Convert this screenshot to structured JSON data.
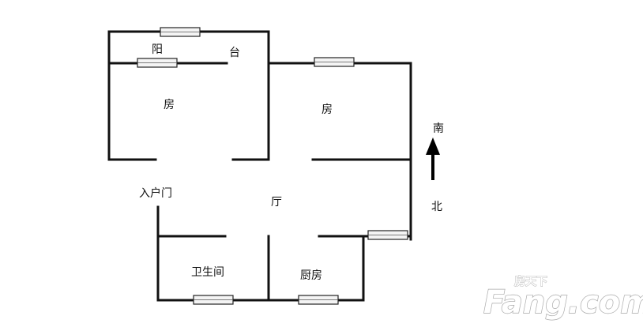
{
  "rooms": {
    "balcony_left": "阳",
    "balcony_right": "台",
    "bedroom_west": "房",
    "bedroom_east": "房",
    "living_room": "厅",
    "entrance": "入户门",
    "bathroom": "卫生间",
    "kitchen": "厨房"
  },
  "compass": {
    "north": "北",
    "south": "南"
  },
  "watermark": {
    "brand": "Fang.com",
    "tagline": "房天下"
  }
}
